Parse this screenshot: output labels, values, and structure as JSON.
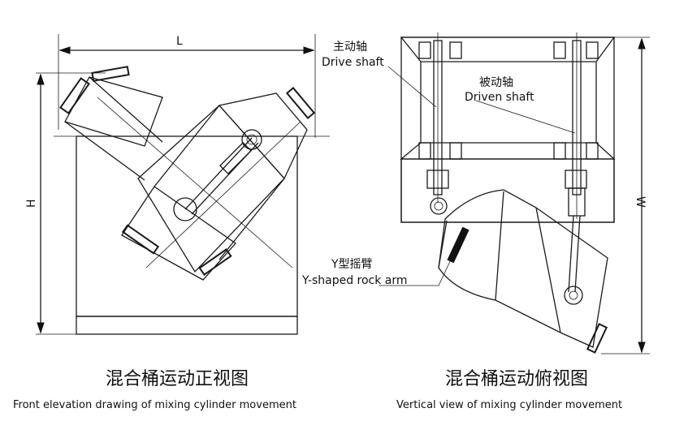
{
  "dimensions": {
    "L": "L",
    "H": "H",
    "W": "W"
  },
  "labels": {
    "drive_shaft_zh": "主动轴",
    "drive_shaft_en": "Drive shaft",
    "driven_shaft_zh": "被动轴",
    "driven_shaft_en": "Driven shaft",
    "rock_arm_zh": "Y型摇臂",
    "rock_arm_en": "Y-shaped rock arm"
  },
  "captions": {
    "left_zh": "混合桶运动正视图",
    "left_en": "Front elevation drawing of mixing cylinder movement",
    "right_zh": "混合桶运动俯视图",
    "right_en": "Vertical view of mixing cylinder movement"
  }
}
